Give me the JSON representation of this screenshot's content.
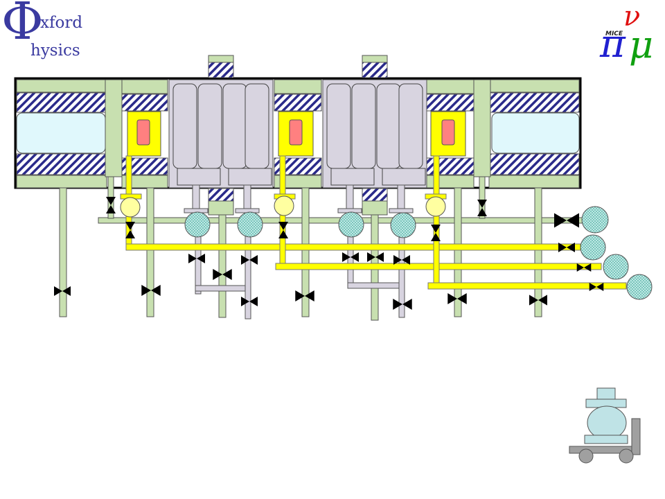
{
  "logo_left": {
    "symbol": "Φ",
    "line1": "xford",
    "line2": "hysics"
  },
  "logo_right": {
    "text": "MICE",
    "pi": "π",
    "nu": "ν",
    "mu": "μ"
  },
  "colors": {
    "pipe_green": "#c8e0b0",
    "cryo_yellow": "#ffff00",
    "coil_red": "#ff8080",
    "absorber_grey": "#d8d4e0",
    "bore_cyan": "#e0f8fc",
    "pump_green": "#b8e8b0",
    "valve_black": "#000000"
  }
}
